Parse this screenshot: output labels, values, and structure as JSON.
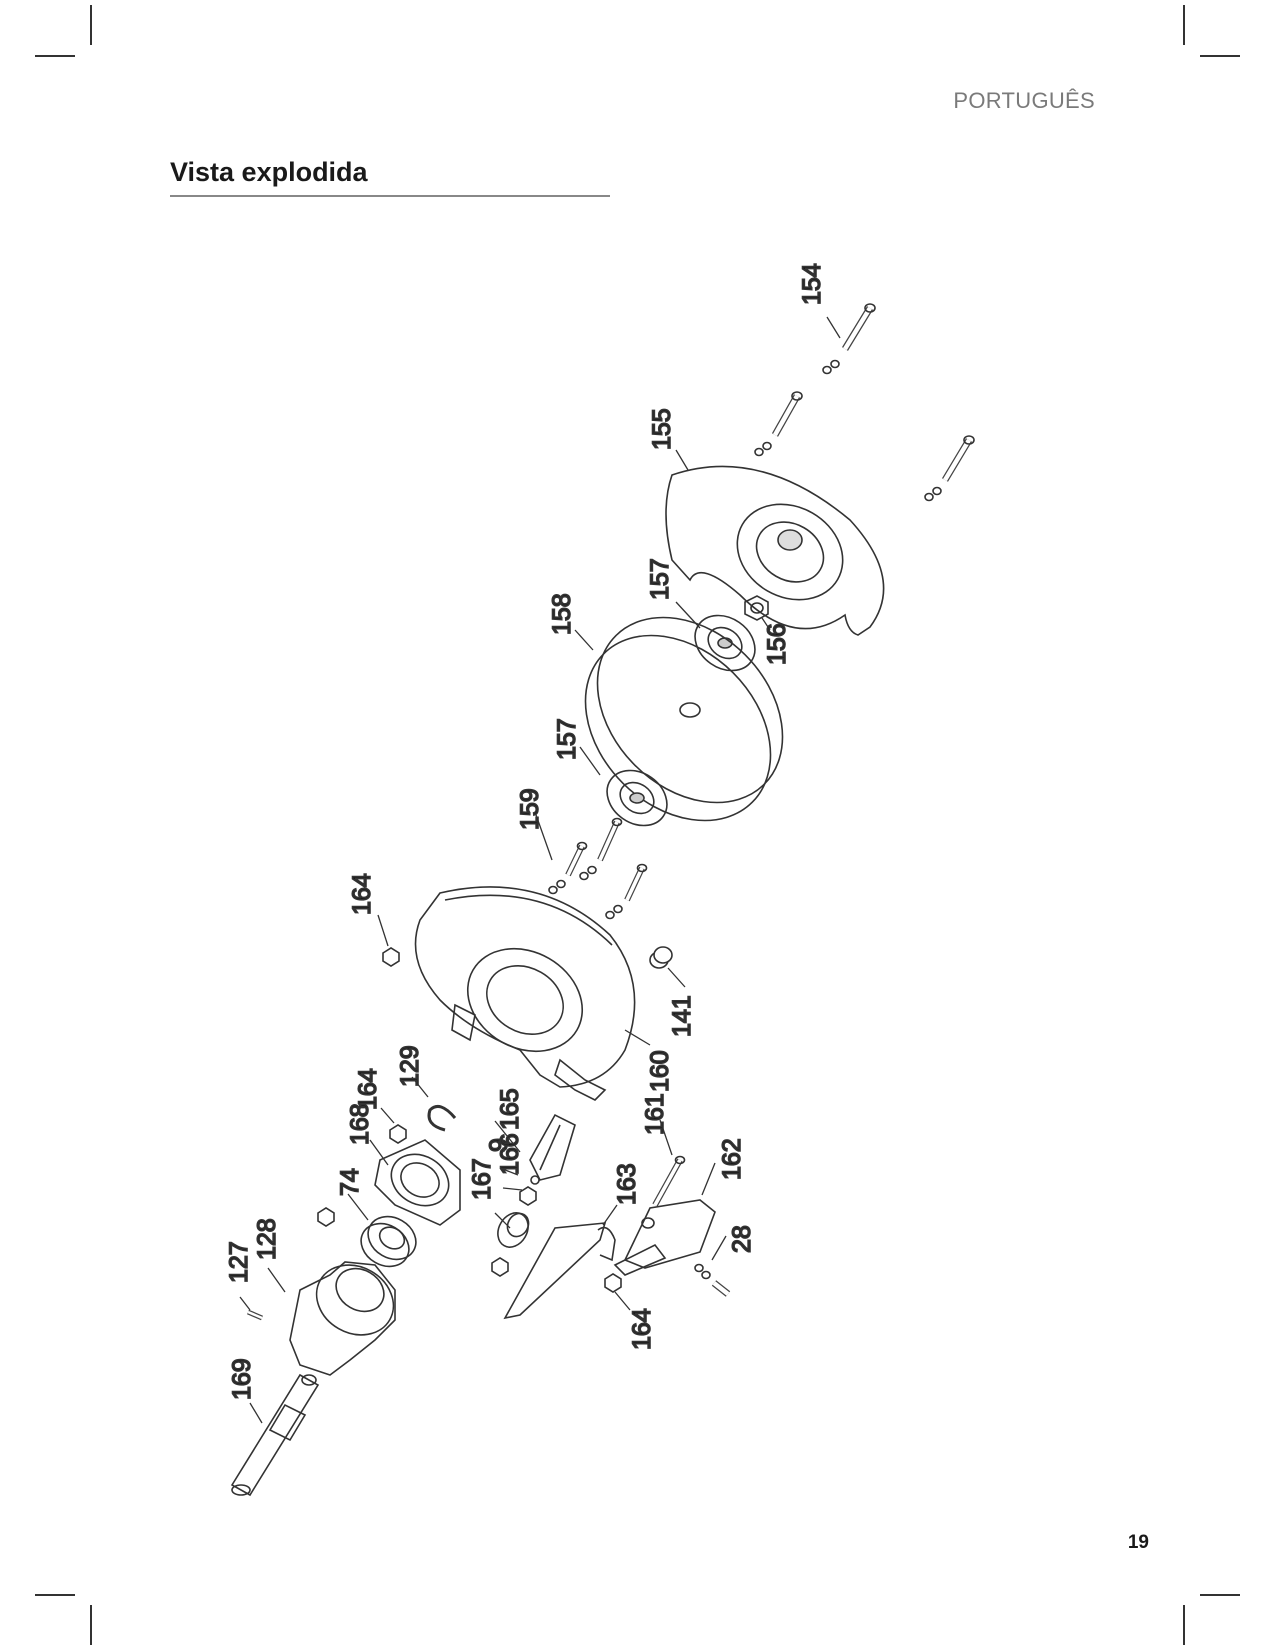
{
  "header": {
    "language": "PORTUGUÊS"
  },
  "section": {
    "title": "Vista explodida"
  },
  "footer": {
    "page_number": "19"
  },
  "diagram": {
    "labels": [
      "154",
      "155",
      "157",
      "156",
      "158",
      "157",
      "159",
      "164",
      "141",
      "160",
      "129",
      "164",
      "168",
      "165",
      "161",
      "9",
      "166",
      "74",
      "167",
      "162",
      "163",
      "28",
      "127",
      "128",
      "164",
      "169"
    ]
  }
}
